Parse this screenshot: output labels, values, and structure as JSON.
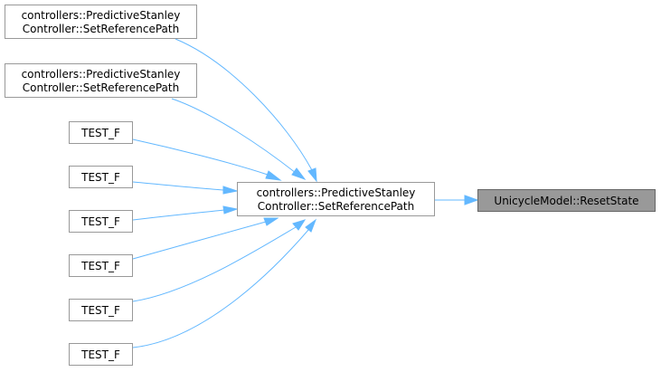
{
  "diagram": {
    "type": "doxygen-caller-graph",
    "colors": {
      "edge": "#63b8ff",
      "node_border": "#999999",
      "focus_fill": "#999999"
    },
    "focus_node": {
      "id": "reset_state",
      "lines": [
        "UnicycleModel::ResetState"
      ]
    },
    "nodes": [
      {
        "id": "set_ref_main",
        "lines": [
          "controllers::PredictiveStanley",
          "Controller::SetReferencePath"
        ]
      },
      {
        "id": "set_ref_1",
        "lines": [
          "controllers::PredictiveStanley",
          "Controller::SetReferencePath"
        ]
      },
      {
        "id": "set_ref_2",
        "lines": [
          "controllers::PredictiveStanley",
          "Controller::SetReferencePath"
        ]
      },
      {
        "id": "test_f_1",
        "lines": [
          "TEST_F"
        ]
      },
      {
        "id": "test_f_2",
        "lines": [
          "TEST_F"
        ]
      },
      {
        "id": "test_f_3",
        "lines": [
          "TEST_F"
        ]
      },
      {
        "id": "test_f_4",
        "lines": [
          "TEST_F"
        ]
      },
      {
        "id": "test_f_5",
        "lines": [
          "TEST_F"
        ]
      },
      {
        "id": "test_f_6",
        "lines": [
          "TEST_F"
        ]
      }
    ],
    "edges": [
      {
        "from": "set_ref_main",
        "to": "reset_state"
      },
      {
        "from": "set_ref_1",
        "to": "set_ref_main"
      },
      {
        "from": "set_ref_2",
        "to": "set_ref_main"
      },
      {
        "from": "test_f_1",
        "to": "set_ref_main"
      },
      {
        "from": "test_f_2",
        "to": "set_ref_main"
      },
      {
        "from": "test_f_3",
        "to": "set_ref_main"
      },
      {
        "from": "test_f_4",
        "to": "set_ref_main"
      },
      {
        "from": "test_f_5",
        "to": "set_ref_main"
      },
      {
        "from": "test_f_6",
        "to": "set_ref_main"
      }
    ]
  }
}
